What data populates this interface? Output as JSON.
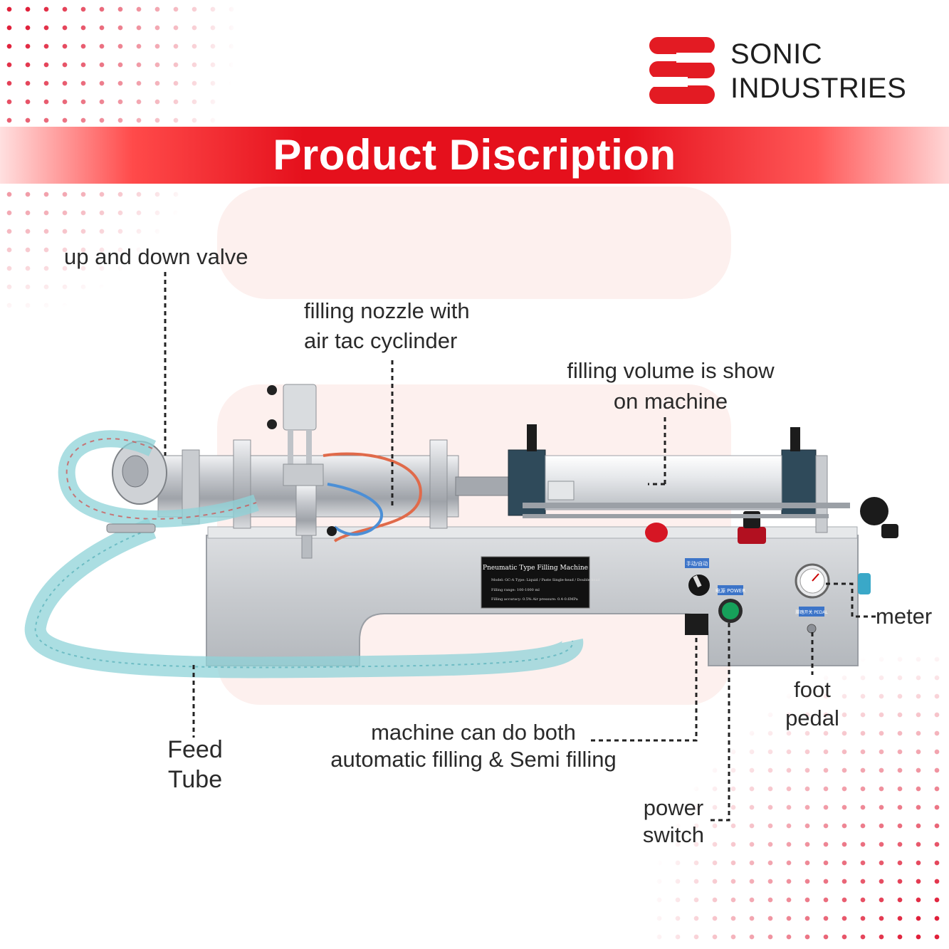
{
  "brand": {
    "line1": "SONIC",
    "line2": "INDUSTRIES",
    "color": "#e31b23"
  },
  "banner": {
    "title": "Product Discription"
  },
  "nameplate": {
    "title": "Pneumatic Type Filling Machine",
    "row1": "Model: GC-A   Type: Liquid / Paste   Single-head / Double-head",
    "row2": "Filling range: 100-1000 ml",
    "row3": "Filling accuracy: 0.5%   Air pressure: 0.4-0.6MPa"
  },
  "panel_tags": {
    "manual_auto": "手动/自动",
    "power": "电源 POWER",
    "pedal": "脚踏开关 PEDAL"
  },
  "labels": {
    "valve": "up and down valve",
    "nozzle_line1": "filling nozzle with",
    "nozzle_line2": "air tac cyclinder",
    "volume_line1": "filling volume is show",
    "volume_line2": "on machine",
    "meter": "meter",
    "foot_line1": "foot",
    "foot_line2": "pedal",
    "feed_line1": "Feed",
    "feed_line2": "Tube",
    "mode_line1": "machine can do both",
    "mode_line2": "automatic filling & Semi filling",
    "power_line1": "power",
    "power_line2": "switch"
  },
  "colors": {
    "accent_red": "#e5101c",
    "steel": "#c9ccd0",
    "hose": "#8fd3d8"
  }
}
